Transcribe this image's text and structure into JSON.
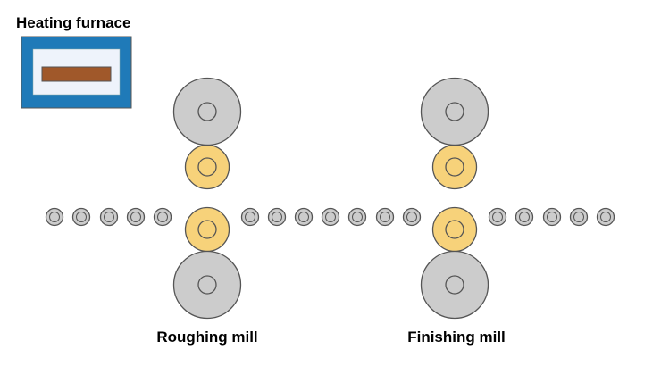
{
  "labels": {
    "furnace": "Heating furnace",
    "roughing_mill": "Roughing mill",
    "finishing_mill": "Finishing mill"
  },
  "colors": {
    "furnace_outer": "#1f7ab8",
    "furnace_inner": "#eef3fb",
    "slab": "#a0582a",
    "backup_roll": "#cccccc",
    "work_roll": "#f7d27a",
    "conveyor_roller": "#cccccc",
    "stroke": "#555555"
  },
  "stands": [
    {
      "name": "roughing-mill",
      "rolls": [
        "backup",
        "work",
        "work",
        "backup"
      ]
    },
    {
      "name": "finishing-mill",
      "rolls": [
        "backup",
        "work",
        "work",
        "backup"
      ]
    }
  ],
  "conveyor": {
    "segments": [
      5,
      7,
      5
    ]
  }
}
